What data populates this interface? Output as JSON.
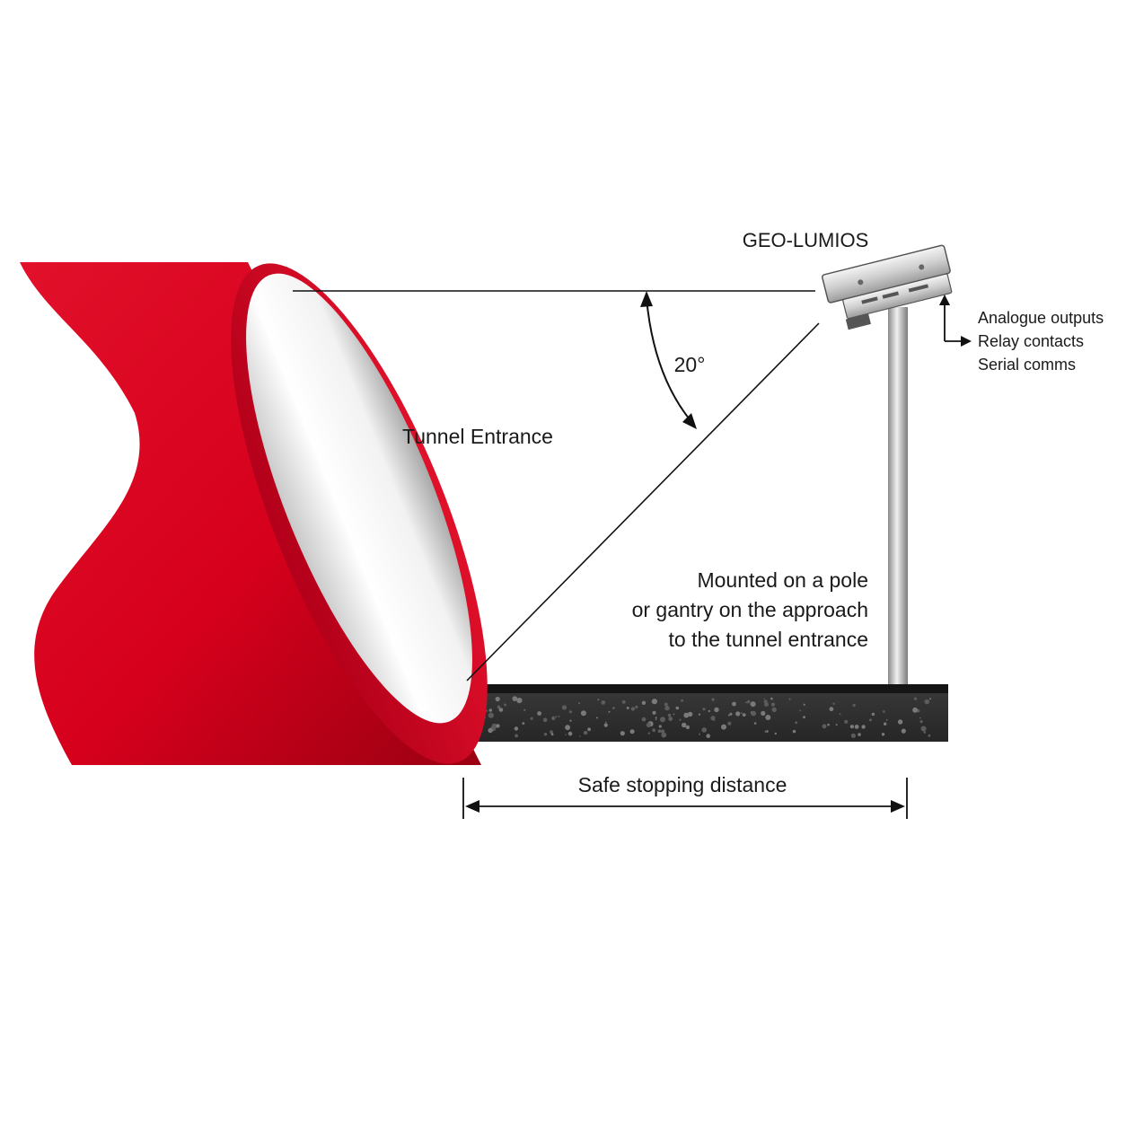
{
  "device": {
    "name": "GEO-LUMIOS"
  },
  "outputs": [
    "Analogue outputs",
    "Relay contacts",
    "Serial comms"
  ],
  "angle_label": "20°",
  "tunnel_label": "Tunnel Entrance",
  "mount_note": [
    "Mounted on a pole",
    "or gantry on the approach",
    "to the tunnel entrance"
  ],
  "distance_label": "Safe stopping distance",
  "colors": {
    "tunnel_red": "#d6001c",
    "road": "#2e2e2e",
    "line": "#111111"
  }
}
